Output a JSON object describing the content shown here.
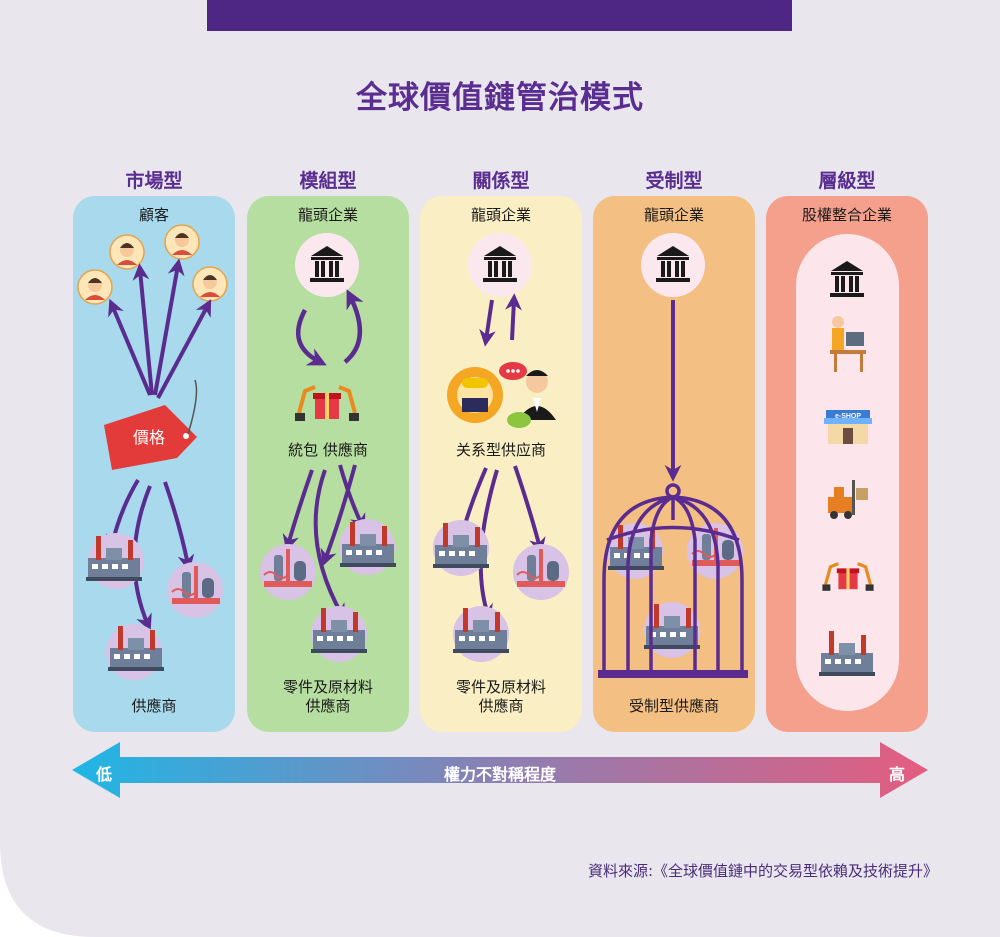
{
  "title": "全球價值鏈管治模式",
  "columns": [
    {
      "name": "市場型",
      "top_label": "顧客",
      "middle_label": "價格",
      "bottom_label": "供應商",
      "color": "#a8d9ec"
    },
    {
      "name": "模組型",
      "top_label": "龍頭企業",
      "middle_label": "統包 供應商",
      "bottom_label": "零件及原材料\n供應商",
      "color": "#b6dea0"
    },
    {
      "name": "關係型",
      "top_label": "龍頭企業",
      "middle_label": "关系型供应商",
      "bottom_label": "零件及原材料\n供應商",
      "color": "#faefc4"
    },
    {
      "name": "受制型",
      "top_label": "龍頭企業",
      "bottom_label": "受制型供應商",
      "color": "#f4bf82"
    },
    {
      "name": "層級型",
      "top_label": "股權整合企業",
      "color": "#f4a08c"
    }
  ],
  "shop_sign": "e-SHOP",
  "axis": {
    "label": "權力不對稱程度",
    "low": "低",
    "high": "高",
    "low_color": "#1fb6e6",
    "high_color": "#e45d7f"
  },
  "source": "資料來源:《全球價值鏈中的交易型依賴及技術提升》",
  "colors": {
    "accent": "#5a2d91",
    "topbar": "#4e2683",
    "arrow": "#5b2c8f",
    "circle": "#d8c2e6"
  }
}
